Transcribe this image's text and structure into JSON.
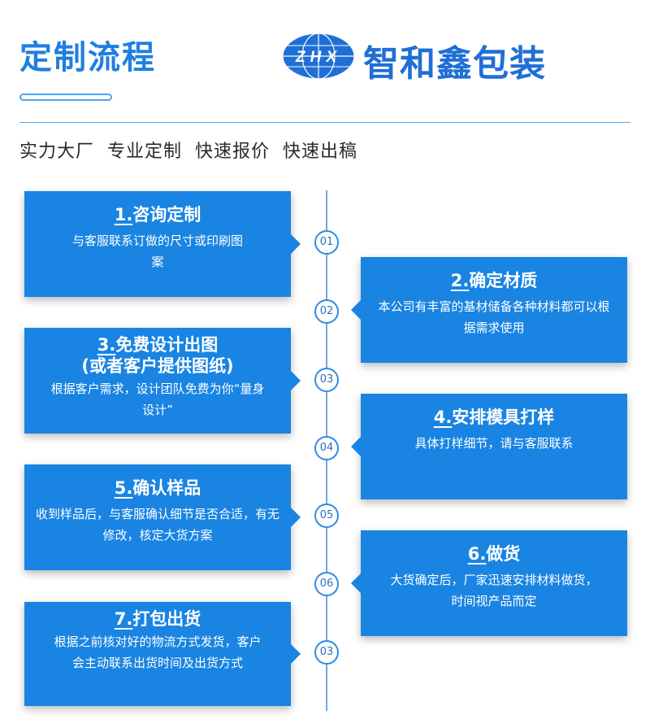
{
  "header": {
    "title": "定制流程",
    "brand_logo_text": "ZHX",
    "brand_name": "智和鑫包装",
    "slogan": "实力大厂  专业定制  快速报价  快速出稿"
  },
  "colors": {
    "accent": "#1f7fe0",
    "card": "#1984e2",
    "text": "#2a2a2a"
  },
  "steps": [
    {
      "num": "1.",
      "title": "咨询定制",
      "title2": "",
      "desc": "与客服联系订做的尺寸或印刷图案",
      "node": "01"
    },
    {
      "num": "2.",
      "title": "确定材质",
      "title2": "",
      "desc": "本公司有丰富的基材储备各种材料都可以根据需求使用",
      "node": "02"
    },
    {
      "num": "3.",
      "title": "免费设计出图",
      "title2": "(或者客户提供图纸)",
      "desc": "根据客户需求，设计团队免费为你“量身设计”",
      "node": "03"
    },
    {
      "num": "4.",
      "title": "安排模具打样",
      "title2": "",
      "desc": "具体打样细节，请与客服联系",
      "node": "04"
    },
    {
      "num": "5.",
      "title": "确认样品",
      "title2": "",
      "desc": "收到样品后，与客服确认细节是否合适，有无修改，核定大货方案",
      "node": "05"
    },
    {
      "num": "6.",
      "title": "做货",
      "title2": "",
      "desc": "大货确定后，厂家迅速安排材料做货，时间视产品而定",
      "node": "06"
    },
    {
      "num": "7.",
      "title": "打包出货",
      "title2": "",
      "desc": "根据之前核对好的物流方式发货，客户会主动联系出货时间及出货方式",
      "node": "03"
    }
  ]
}
